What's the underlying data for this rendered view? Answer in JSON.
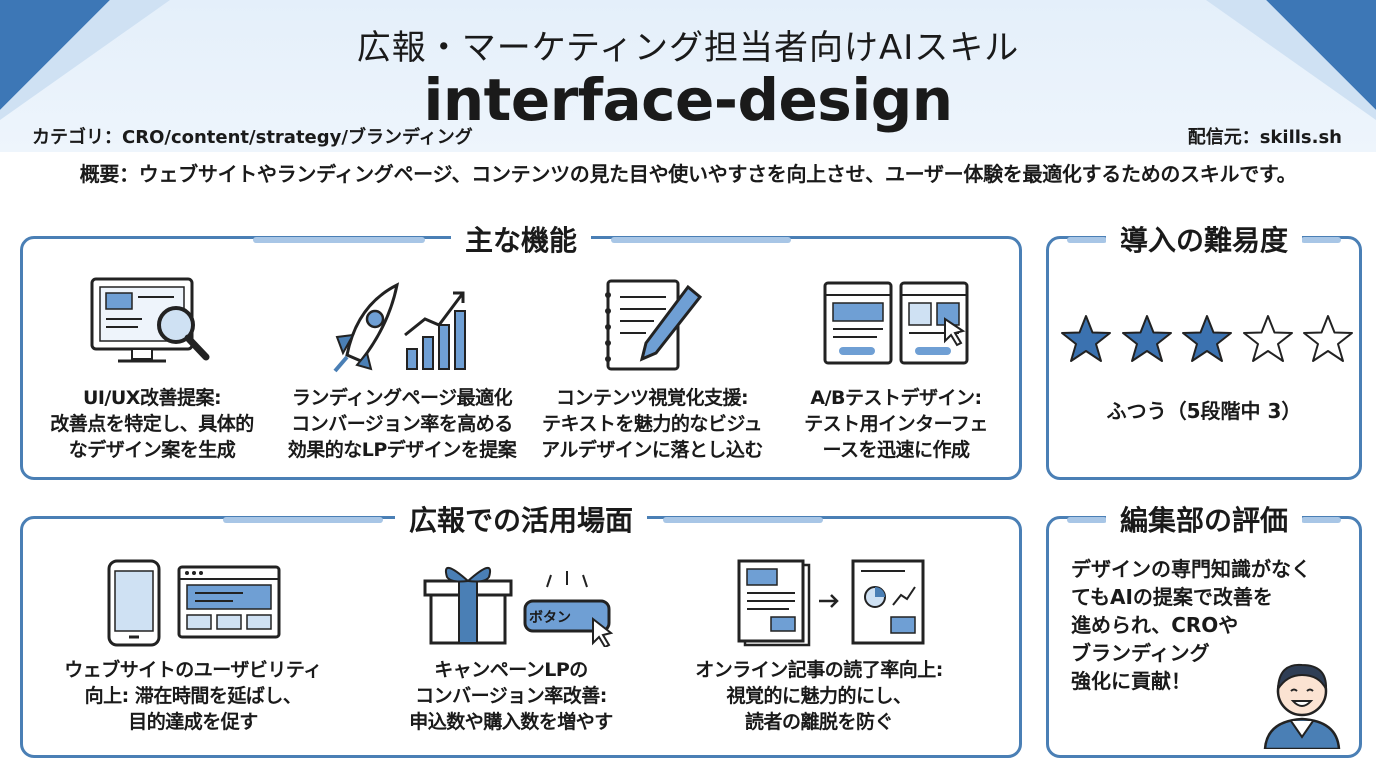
{
  "header": {
    "subtitle": "広報・マーケティング担当者向けAIスキル",
    "title": "interface-design",
    "category": "カテゴリ：CRO/content/strategy/ブランディング",
    "source": "配信元：skills.sh"
  },
  "overview": "概要：ウェブサイトやランディングページ、コンテンツの見た目や使いやすさを向上させ、ユーザー体験を最適化するためのスキルです。",
  "features": {
    "title": "主な機能",
    "items": [
      {
        "icon": "monitor-magnifier-icon",
        "text": [
          "UI/UX改善提案:",
          "改善点を特定し、具体的",
          "なデザイン案を生成"
        ]
      },
      {
        "icon": "rocket-chart-icon",
        "text": [
          "ランディングページ最適化",
          "コンバージョン率を高める",
          "効果的なLPデザインを提案"
        ]
      },
      {
        "icon": "notebook-pen-icon",
        "text": [
          "コンテンツ視覚化支援:",
          "テキストを魅力的なビジュ",
          "アルデザインに落とし込む"
        ]
      },
      {
        "icon": "ab-test-windows-icon",
        "text": [
          "A/Bテストデザイン:",
          "テスト用インターフェ",
          "ースを迅速に作成"
        ]
      }
    ]
  },
  "usage": {
    "title": "広報での活用場面",
    "items": [
      {
        "icon": "phone-browser-icon",
        "text": [
          "ウェブサイトのユーザビリティ",
          "向上: 滞在時間を延ばし、",
          "目的達成を促す"
        ]
      },
      {
        "icon": "gift-button-icon",
        "text": [
          "キャンペーンLPの",
          "コンバージョン率改善:",
          "申込数や購入数を増やす"
        ]
      },
      {
        "icon": "article-transform-icon",
        "text": [
          "オンライン記事の読了率向上:",
          "視覚的に魅力的にし、",
          "読者の離脱を防ぐ"
        ]
      }
    ],
    "button_label": "ボタン"
  },
  "difficulty": {
    "title": "導入の難易度",
    "rating": 3,
    "max_rating": 5,
    "level_text": "ふつう（5段階中 3）"
  },
  "review": {
    "title": "編集部の評価",
    "text": [
      "デザインの専門知識がなく",
      "てもAIの提案で改善を",
      "進められ、CROや",
      "ブランディング",
      "強化に貢献！"
    ]
  },
  "colors": {
    "accent": "#4a7fb5",
    "star_fill": "#3b72b0",
    "header_bg": "#e4effa"
  }
}
